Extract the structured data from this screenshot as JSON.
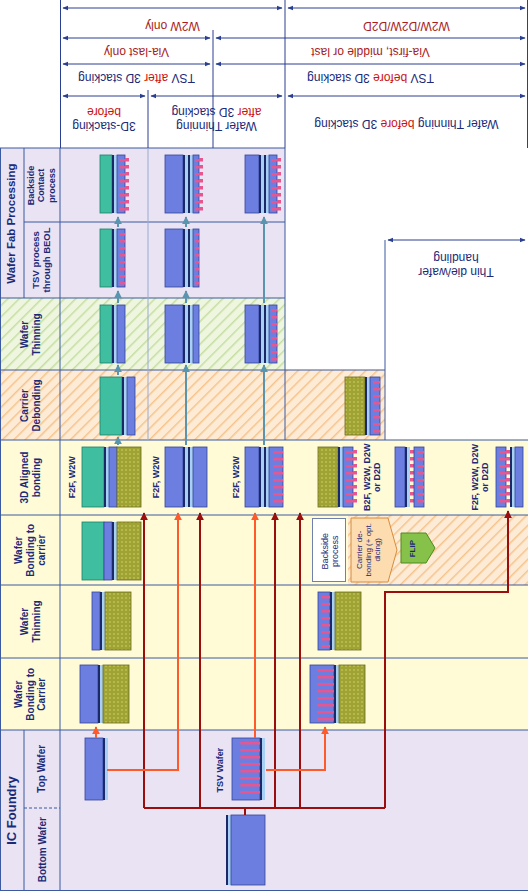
{
  "diagram": {
    "nodes": [
      {
        "text": [
          "IC Foundry"
        ]
      },
      {
        "text": [
          "Top Wafer"
        ],
        "in": 0
      },
      {
        "text": [
          "Bottom Wafer"
        ],
        "in": 0
      },
      {
        "text": [
          "Wafer Bonding to Carrier"
        ]
      },
      {
        "text": [
          "Wafer Thinning"
        ]
      },
      {
        "text": [
          "Wafer Bonding to carrier"
        ]
      },
      {
        "text": [
          "3D Aligned bonding"
        ]
      },
      {
        "text": [
          "Carrier Debonding"
        ]
      },
      {
        "text": [
          "Wafer Thinning"
        ]
      },
      {
        "text": [
          "Wafer Fab Processing"
        ]
      },
      {
        "text": [
          "Backside Contact process"
        ],
        "in": 9
      },
      {
        "text": [
          "TSV process through BEOL"
        ],
        "in": 9
      },
      {
        "text": [
          "Backside process"
        ]
      },
      {
        "text": [
          "Carrier de-bonding (+ opt. dicing)"
        ]
      },
      {
        "text": [
          "FLIP"
        ]
      }
    ],
    "labels": [
      "W2W only",
      "W2W/D2W/D2D",
      "Via-last only",
      "Via-first, middle or last",
      "TSV",
      "after",
      "3D stacking",
      "TSV",
      "before",
      "3D stacking",
      "3D-stacking",
      "before",
      "Wafer Thinning",
      "after",
      "3D stacking",
      "Wafer Thinning",
      "before",
      "3D stacking",
      "Thin die/wafer handling",
      "F2F, W2W",
      "F2F, W2W",
      "F2F, W2W",
      "B2F, W2W, D2W or D2D",
      "F2F, W2W, D2W or D2D",
      "TSV Wafer"
    ]
  }
}
